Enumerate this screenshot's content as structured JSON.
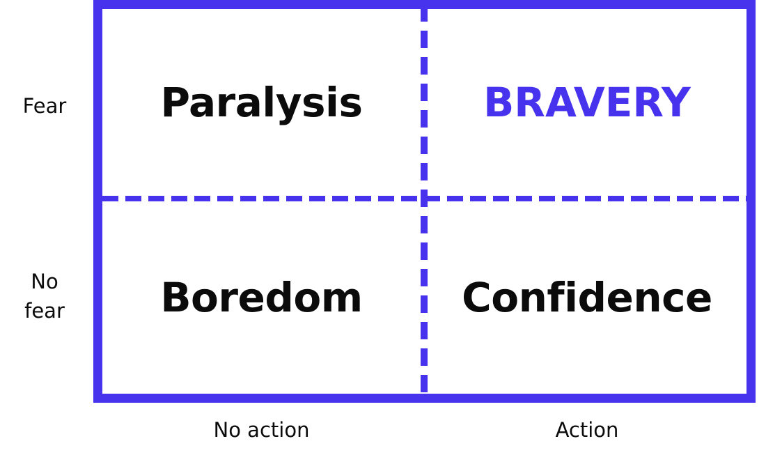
{
  "theme": {
    "accent_color": "#4733ee",
    "text_color": "#0b0b0b",
    "background_color": "#ffffff"
  },
  "chart_data": {
    "type": "table",
    "title": "",
    "xlabel": "",
    "ylabel": "",
    "x_axis": {
      "categories": [
        "No action",
        "Action"
      ]
    },
    "y_axis": {
      "categories": [
        "Fear",
        "No fear"
      ]
    },
    "cells": [
      {
        "row": "Fear",
        "column": "No action",
        "label": "Paralysis",
        "emphasis": false,
        "color": "#0b0b0b"
      },
      {
        "row": "Fear",
        "column": "Action",
        "label": "BRAVERY",
        "emphasis": true,
        "color": "#4733ee"
      },
      {
        "row": "No fear",
        "column": "No action",
        "label": "Boredom",
        "emphasis": false,
        "color": "#0b0b0b"
      },
      {
        "row": "No fear",
        "column": "Action",
        "label": "Confidence",
        "emphasis": false,
        "color": "#0b0b0b"
      }
    ],
    "grid": true,
    "legend": "none"
  },
  "axes": {
    "y": {
      "top_label": "Fear",
      "bottom_label": "No\nfear"
    },
    "x": {
      "left_label": "No action",
      "right_label": "Action"
    }
  },
  "quadrants": {
    "top_left": "Paralysis",
    "top_right": "BRAVERY",
    "bottom_left": "Boredom",
    "bottom_right": "Confidence"
  }
}
